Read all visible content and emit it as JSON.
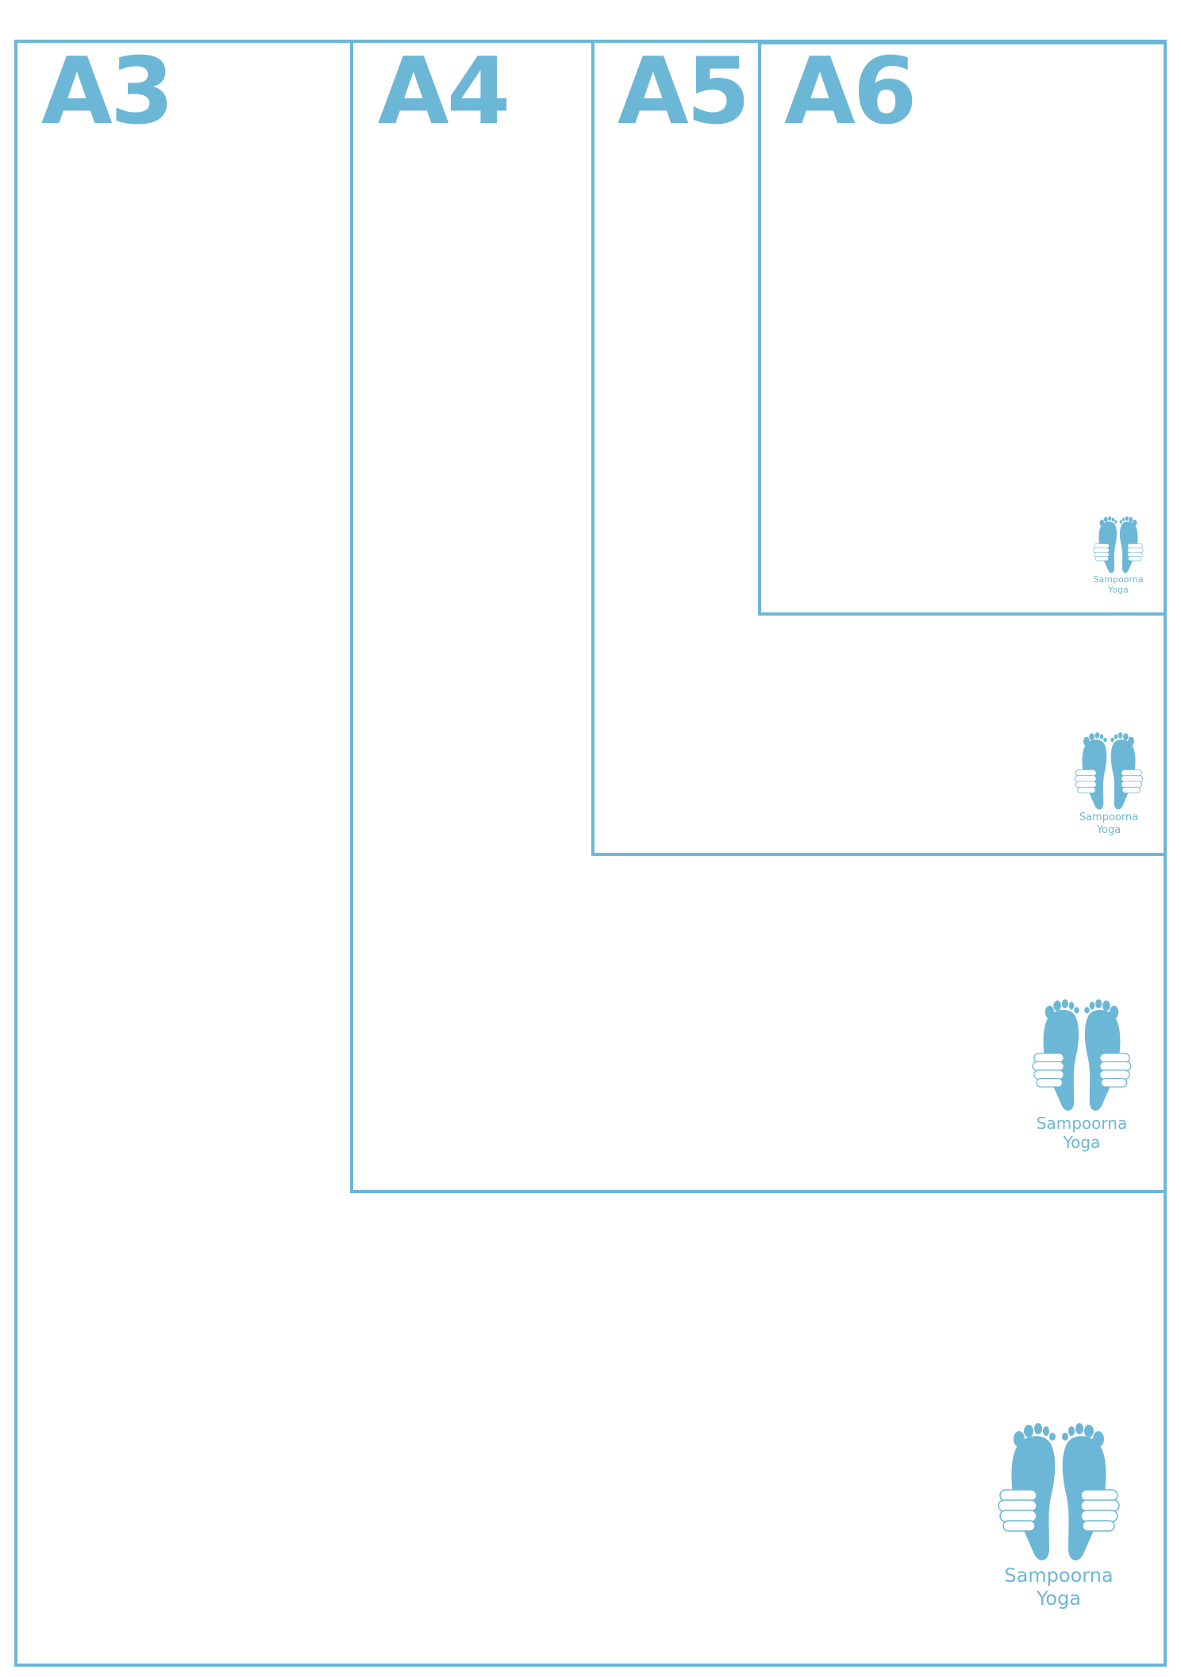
{
  "accent_color": "#6db7d6",
  "sheets": [
    {
      "id": "a3",
      "label": "A3"
    },
    {
      "id": "a4",
      "label": "A4"
    },
    {
      "id": "a5",
      "label": "A5"
    },
    {
      "id": "a6",
      "label": "A6"
    }
  ],
  "logo": {
    "icon": "feet-hands-icon",
    "line1": "Sampoorna",
    "line2": "Yoga"
  }
}
